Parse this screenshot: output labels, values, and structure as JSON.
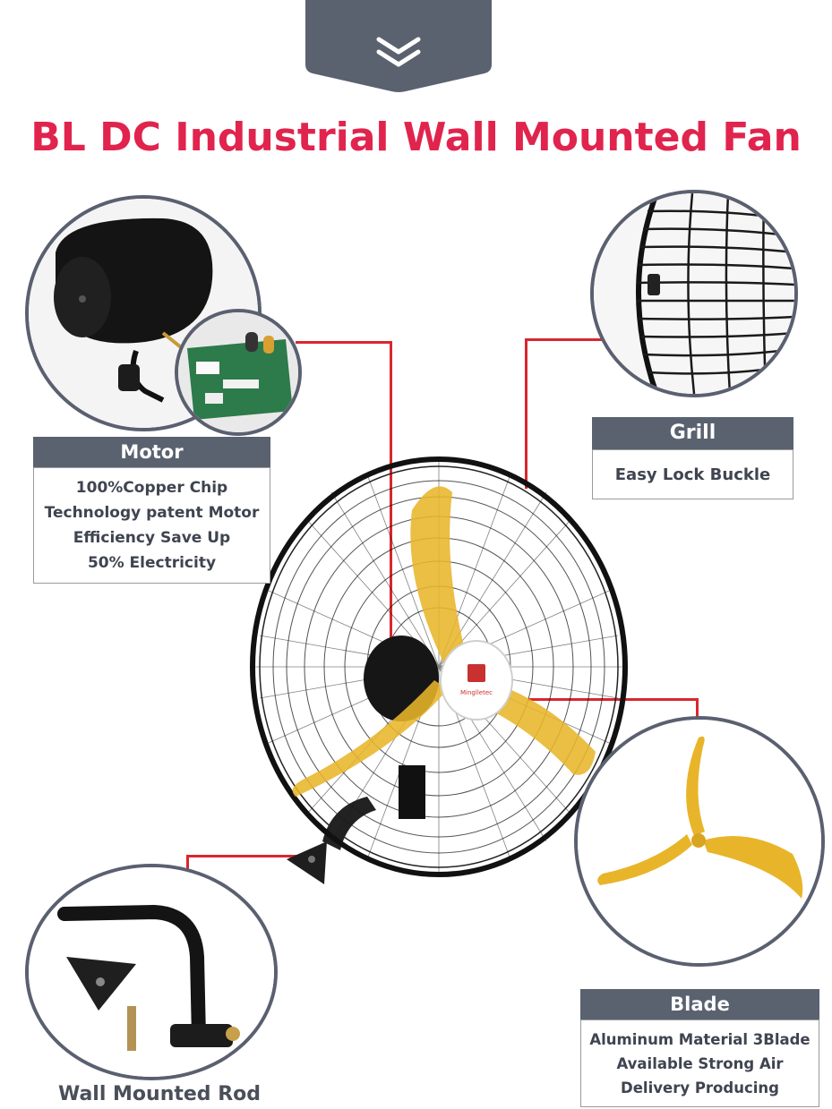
{
  "header": {
    "title": "BL DC Industrial Wall Mounted Fan",
    "scroll_icon": "double-chevron-down-icon"
  },
  "fan": {
    "logo_text": "Minglletec"
  },
  "motor": {
    "heading": "Motor",
    "lines": [
      "100%Copper Chip",
      "Technology patent Motor",
      "Efficiency Save Up",
      "50% Electricity"
    ]
  },
  "grill": {
    "heading": "Grill",
    "description": "Easy Lock Buckle"
  },
  "blade": {
    "heading": "Blade",
    "lines": [
      "Aluminum Material 3Blade",
      "Available Strong Air",
      "Delivery Producing"
    ]
  },
  "rod": {
    "caption": "Wall Mounted Rod"
  },
  "colors": {
    "accent": "#e0244d",
    "label_bg": "#5a6270",
    "line": "#d8272e",
    "blade": "#e8b52a"
  }
}
